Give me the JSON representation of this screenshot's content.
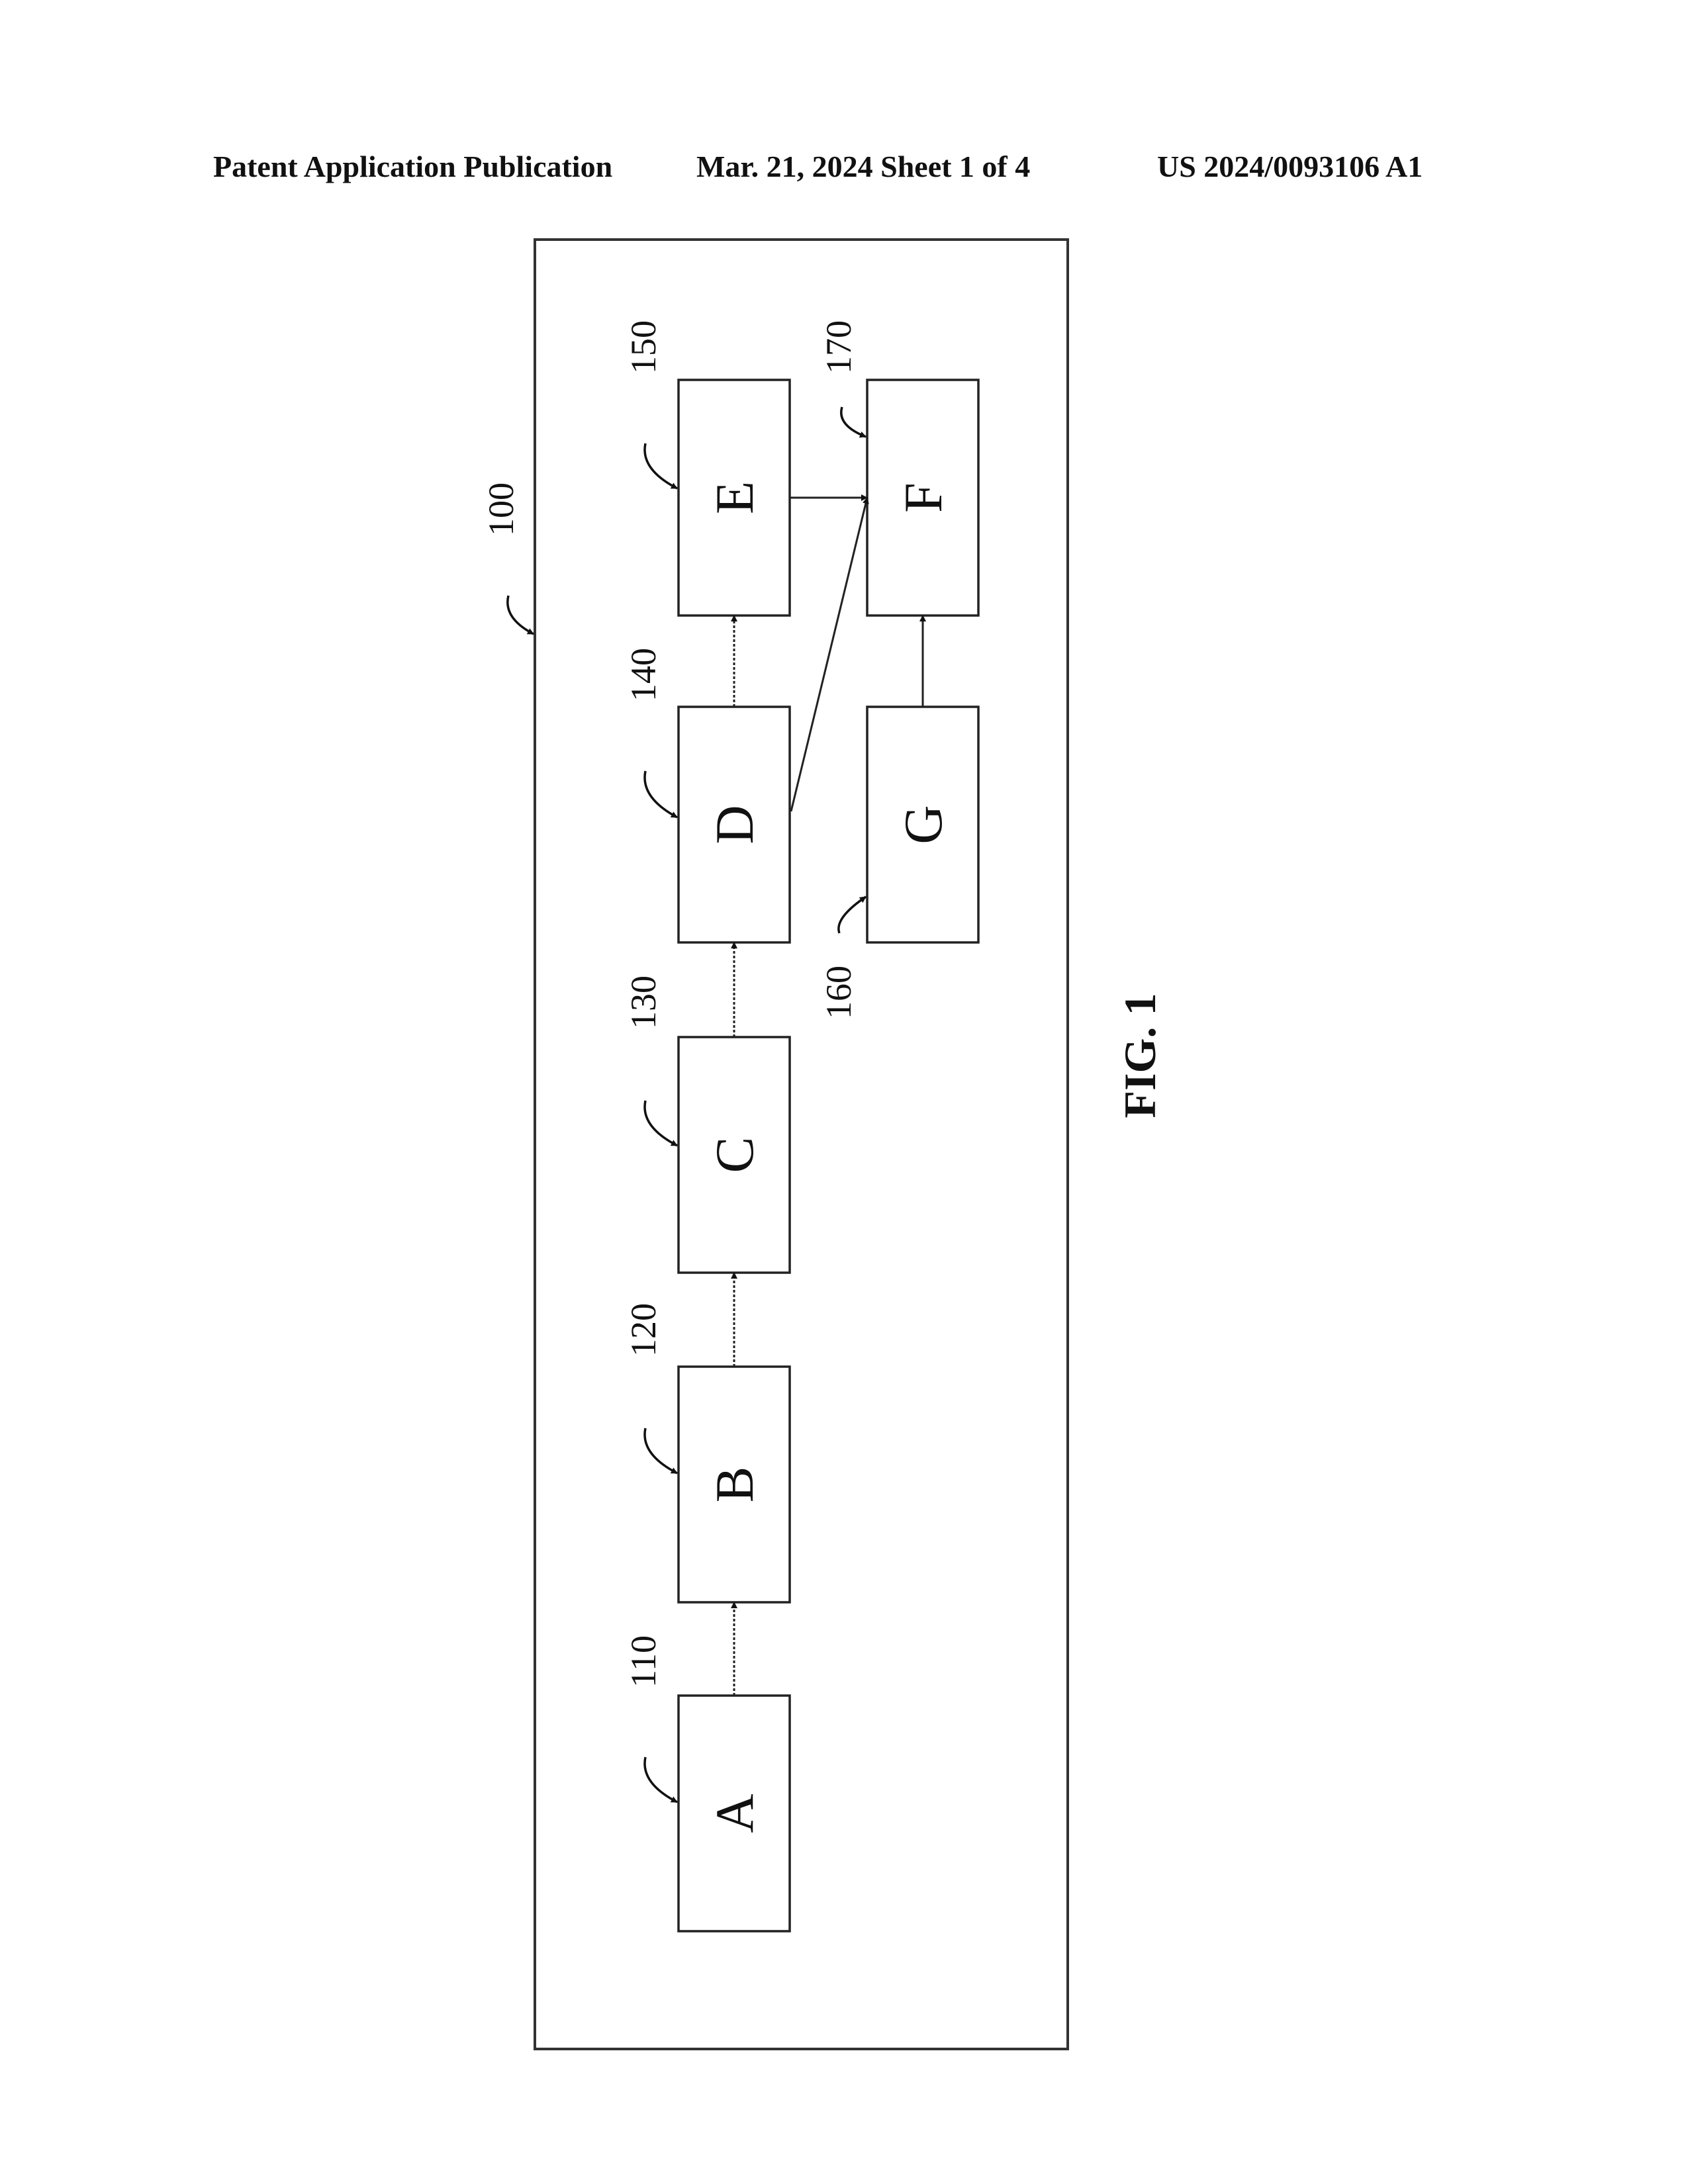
{
  "header": {
    "publication": "Patent Application Publication",
    "date_sheet": "Mar. 21, 2024  Sheet 1 of 4",
    "number": "US 2024/0093106 A1"
  },
  "diagram": {
    "system_ref": "100",
    "figure_label": "FIG. 1",
    "blocks": [
      {
        "id": "A",
        "letter": "A",
        "ref": "110"
      },
      {
        "id": "B",
        "letter": "B",
        "ref": "120"
      },
      {
        "id": "C",
        "letter": "C",
        "ref": "130"
      },
      {
        "id": "D",
        "letter": "D",
        "ref": "140"
      },
      {
        "id": "E",
        "letter": "E",
        "ref": "150"
      },
      {
        "id": "G",
        "letter": "G",
        "ref": "160"
      },
      {
        "id": "F",
        "letter": "F",
        "ref": "170"
      }
    ],
    "connections": [
      {
        "from": "A",
        "to": "B"
      },
      {
        "from": "B",
        "to": "C"
      },
      {
        "from": "C",
        "to": "D"
      },
      {
        "from": "D",
        "to": "E"
      },
      {
        "from": "E",
        "to": "F"
      },
      {
        "from": "D",
        "to": "F"
      },
      {
        "from": "G",
        "to": "F"
      }
    ]
  }
}
